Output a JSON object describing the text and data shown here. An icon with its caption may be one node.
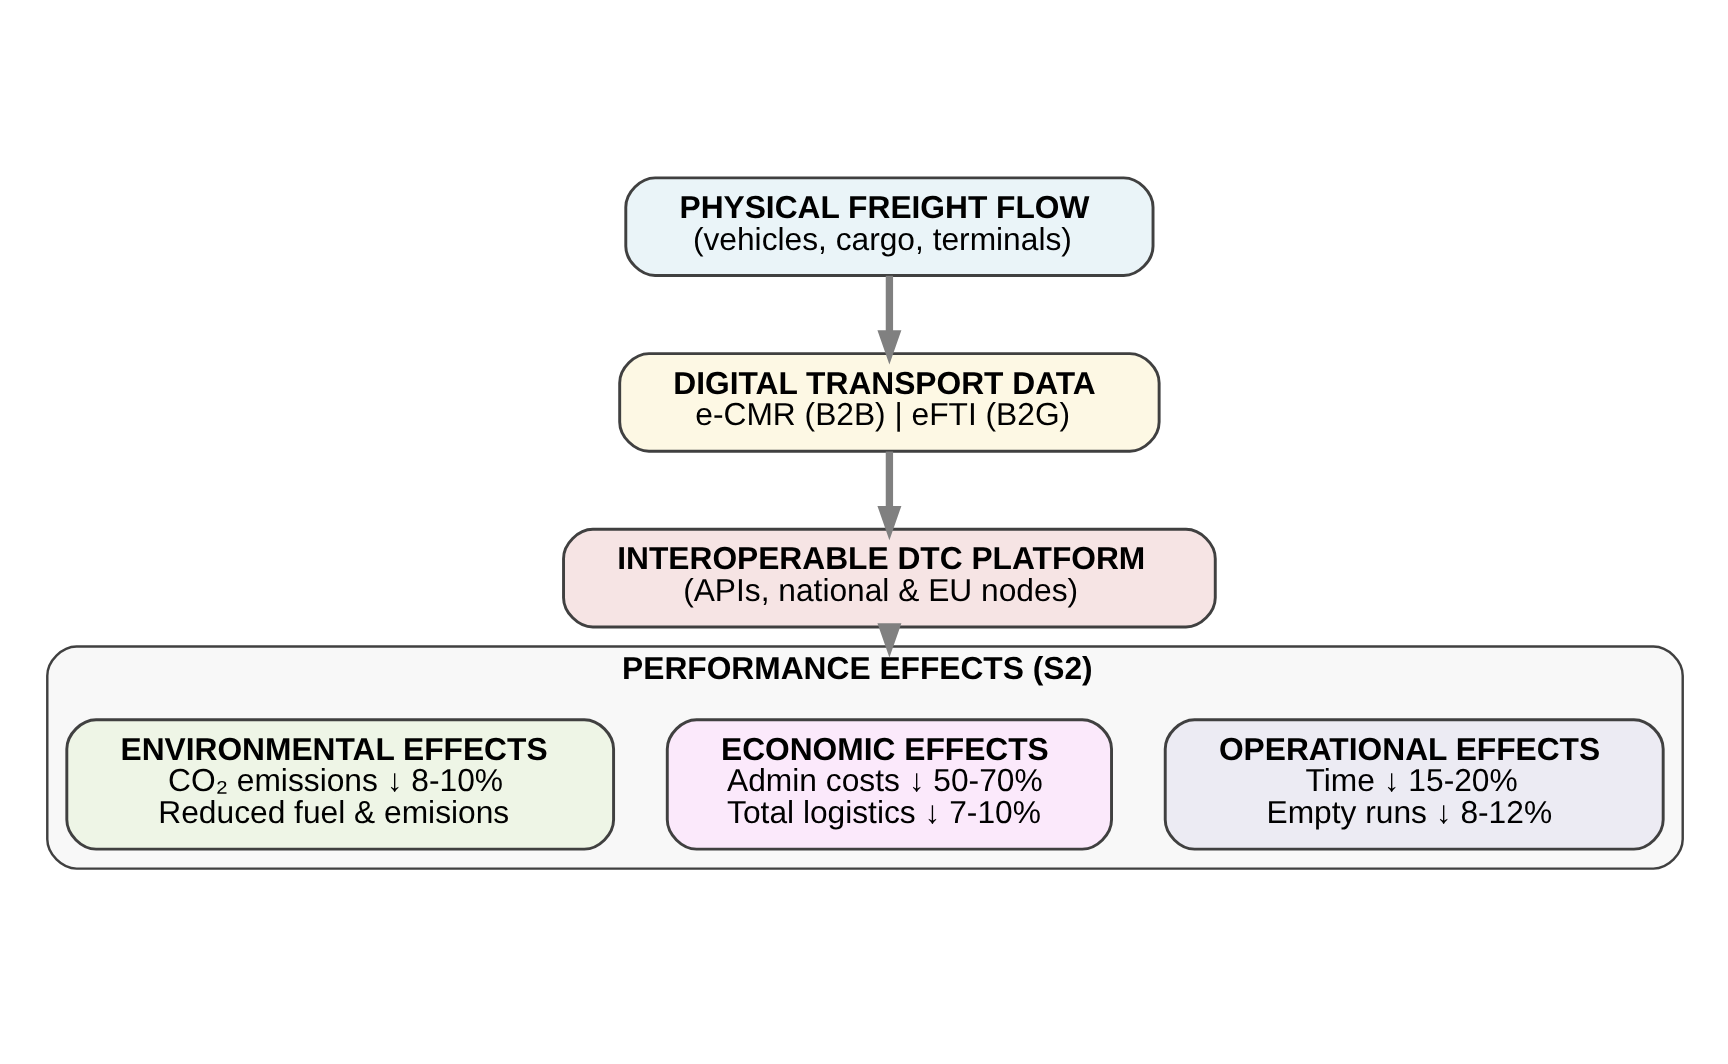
{
  "diagram": {
    "nodes": [
      {
        "text": [
          "PHYSICAL FREIGHT FLOW",
          "(vehicles, cargo, terminals)"
        ]
      },
      {
        "text": [
          "DIGITAL TRANSPORT DATA",
          "e-CMR (B2B) | eFTI (B2G)"
        ]
      },
      {
        "text": [
          "INTEROPERABLE DTC PLATFORM",
          "(APIs, national & EU nodes)"
        ]
      },
      {
        "text": [
          "PERFORMANCE EFFECTS (S2)"
        ]
      },
      {
        "text": [
          "OPERATIONAL EFFECTS",
          "Time ↓ 15-20%",
          "Empty runs ↓ 8-12%"
        ],
        "in": 3
      },
      {
        "text": [
          "ECONOMIC EFFECTS",
          "Admin costs ↓ 50-70%",
          "Total logistics ↓ 7-10%"
        ],
        "in": 3
      },
      {
        "text": [
          "ENVIRONMENTAL EFFECTS",
          "CO₂ emissions ↓ 8-10%",
          "Reduced fuel & emisions"
        ],
        "in": 3
      }
    ],
    "edges": [
      {
        "from": 0,
        "to": 1,
        "arrow": "to"
      },
      {
        "from": 1,
        "to": 2,
        "arrow": "to"
      },
      {
        "from": 2,
        "to": 3,
        "arrow": "to"
      }
    ]
  }
}
